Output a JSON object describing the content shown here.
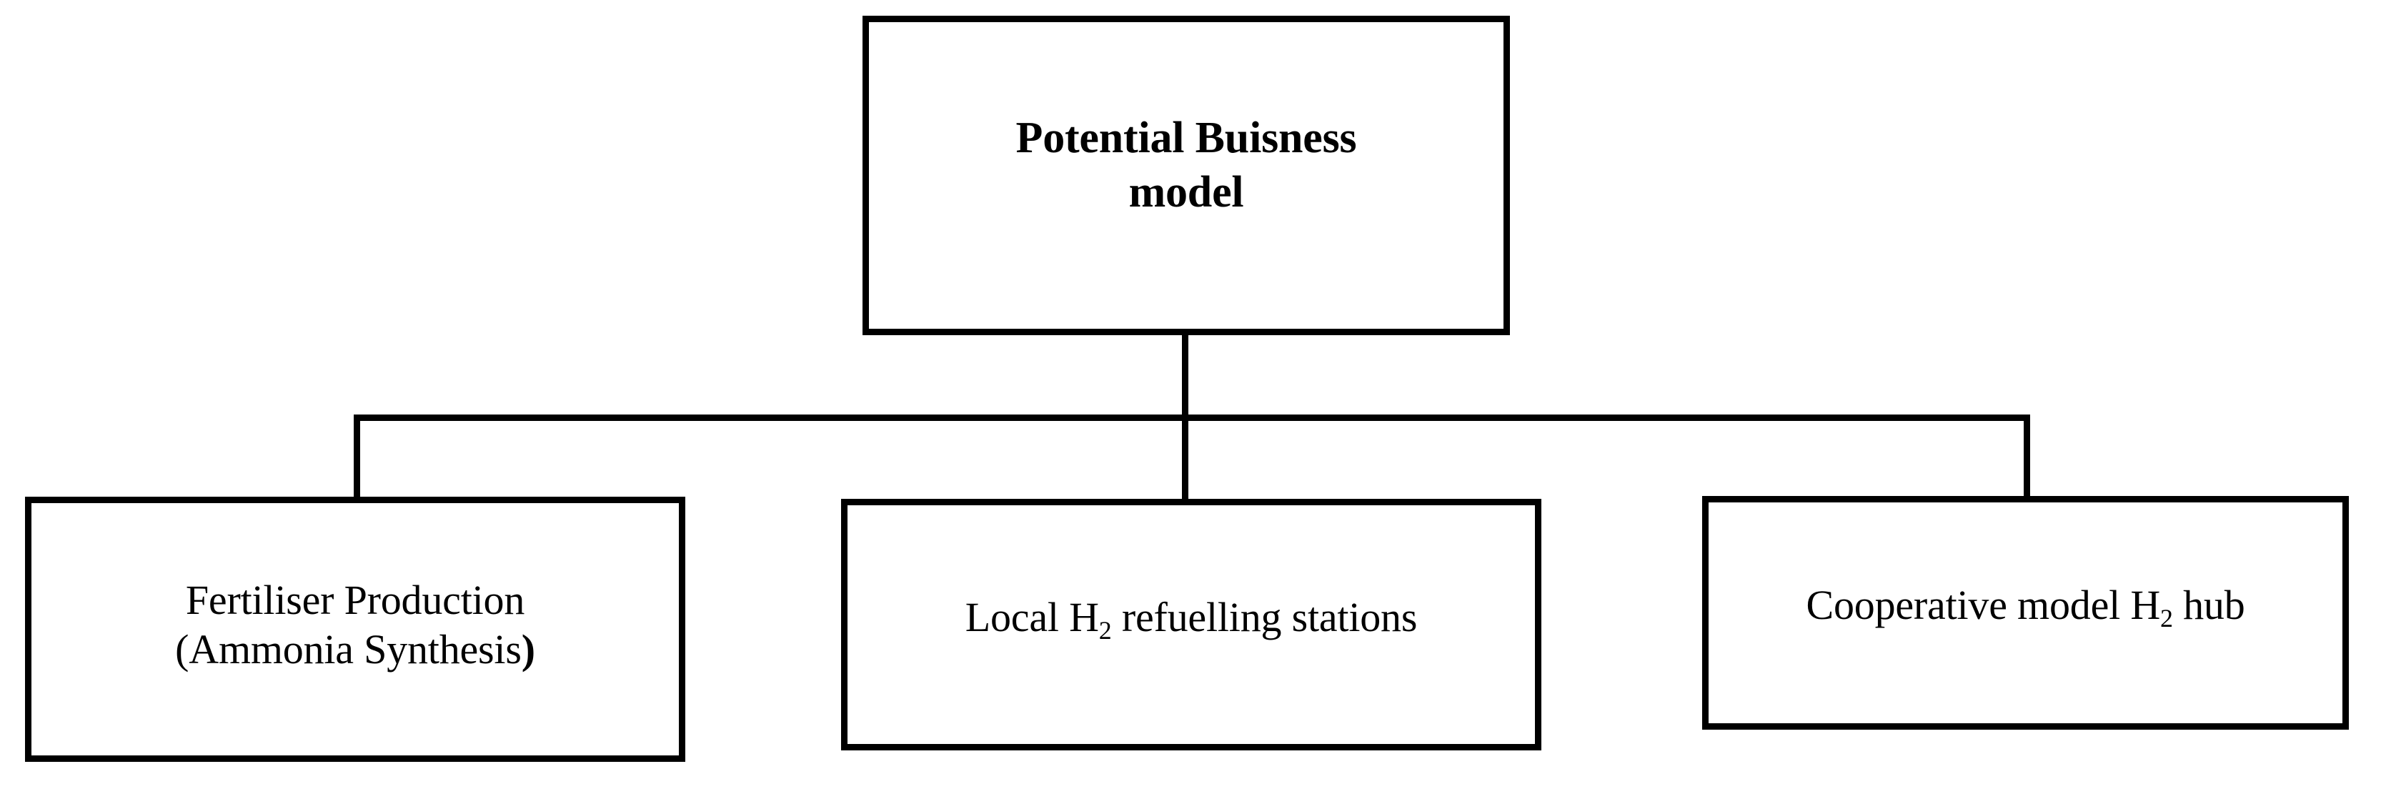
{
  "diagram": {
    "type": "hierarchy-tree",
    "orientation": "top-down",
    "background_color": "#ffffff",
    "line_color": "#000000",
    "text_color": "#000000",
    "root": {
      "id": "root",
      "label": "Potential Buisness model",
      "label_line_1": "Potential Buisness",
      "label_line_2": "model",
      "bold": true
    },
    "children": [
      {
        "id": "fertiliser",
        "label": "Fertiliser Production (Ammonia Synthesis)",
        "label_line_1": "Fertiliser Production",
        "label_line_2_prefix": "(Ammonia Synthesis",
        "label_line_2_suffix": ")",
        "bold": false
      },
      {
        "id": "refuelling",
        "label": "Local H2 refuelling stations",
        "label_prefix": "Local H",
        "label_subscript": "2",
        "label_suffix": " refuelling stations",
        "bold": false
      },
      {
        "id": "hub",
        "label": "Cooperative model H2 hub",
        "label_prefix": "Cooperative model H",
        "label_subscript": "2",
        "label_suffix": " hub",
        "bold": false
      }
    ],
    "connectors": [
      {
        "id": "root-stem",
        "from": "root",
        "to": "bus"
      },
      {
        "id": "bus",
        "from": "bus-left",
        "to": "bus-right"
      },
      {
        "id": "drop-left",
        "from": "bus",
        "to": "fertiliser"
      },
      {
        "id": "drop-middle",
        "from": "bus",
        "to": "refuelling"
      },
      {
        "id": "drop-right",
        "from": "bus",
        "to": "hub"
      }
    ]
  }
}
